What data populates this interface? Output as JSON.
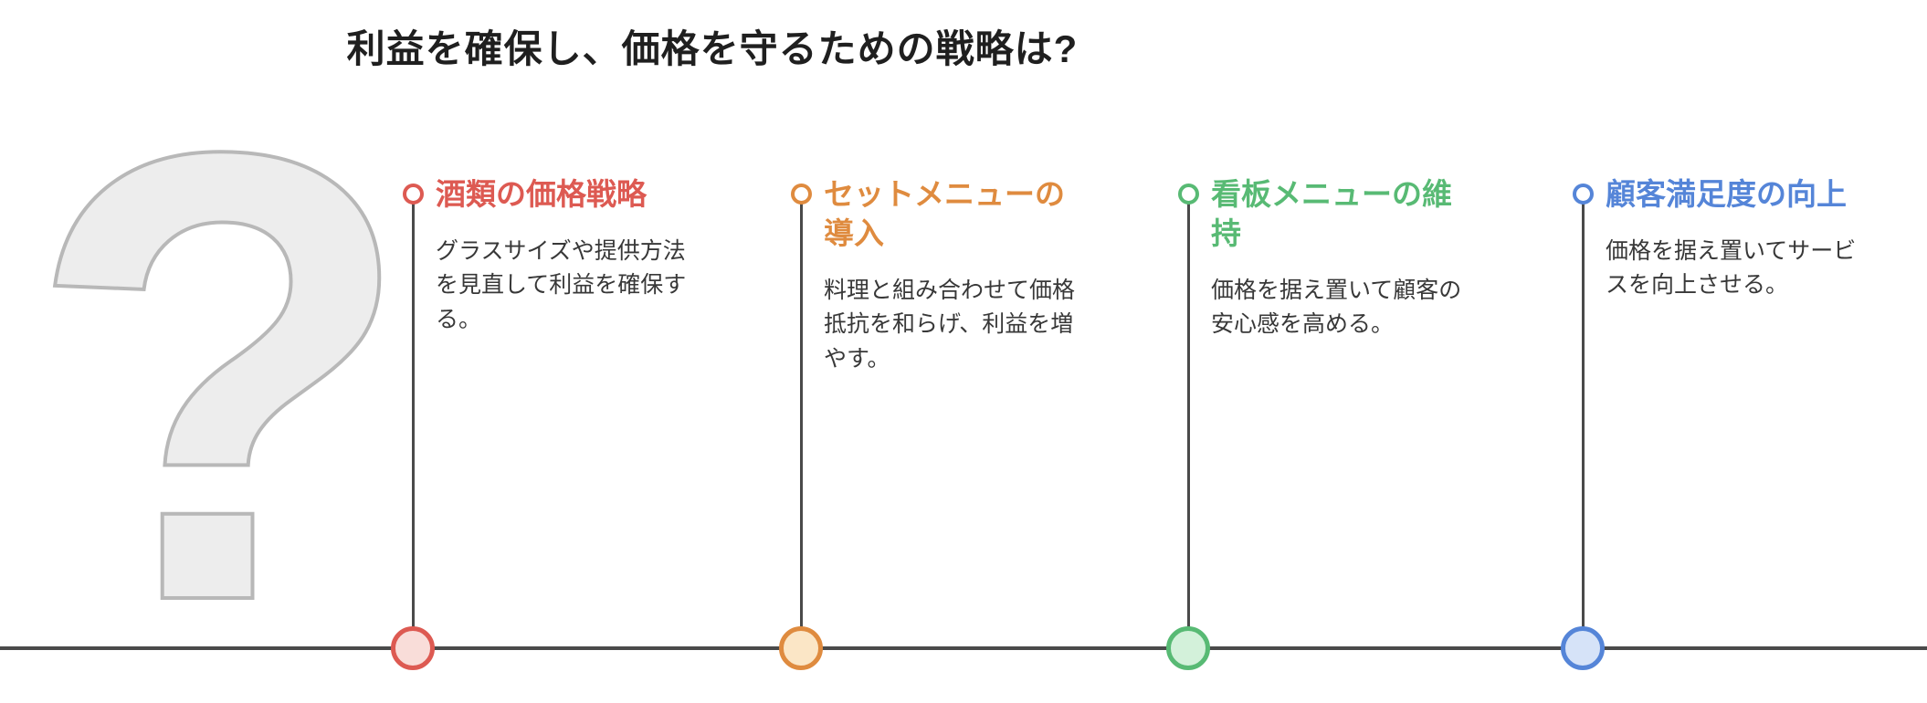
{
  "title": "利益を確保し、価格を守るための戦略は?",
  "question_mark": "?",
  "baseline_color": "#4a4a4a",
  "items": [
    {
      "heading": "酒類の価格戦略",
      "description": "グラスサイズや提供方法を見直して利益を確保する。",
      "color": "#dd5a52",
      "fill": "#f9ddd9"
    },
    {
      "heading": "セットメニューの導入",
      "description": "料理と組み合わせて価格抵抗を和らげ、利益を増やす。",
      "color": "#df8b3f",
      "fill": "#fbe6c6"
    },
    {
      "heading": "看板メニューの維持",
      "description": "価格を据え置いて顧客の安心感を高める。",
      "color": "#58ba74",
      "fill": "#d3f1da"
    },
    {
      "heading": "顧客満足度の向上",
      "description": "価格を据え置いてサービスを向上させる。",
      "color": "#5585d8",
      "fill": "#d6e3f8"
    }
  ]
}
